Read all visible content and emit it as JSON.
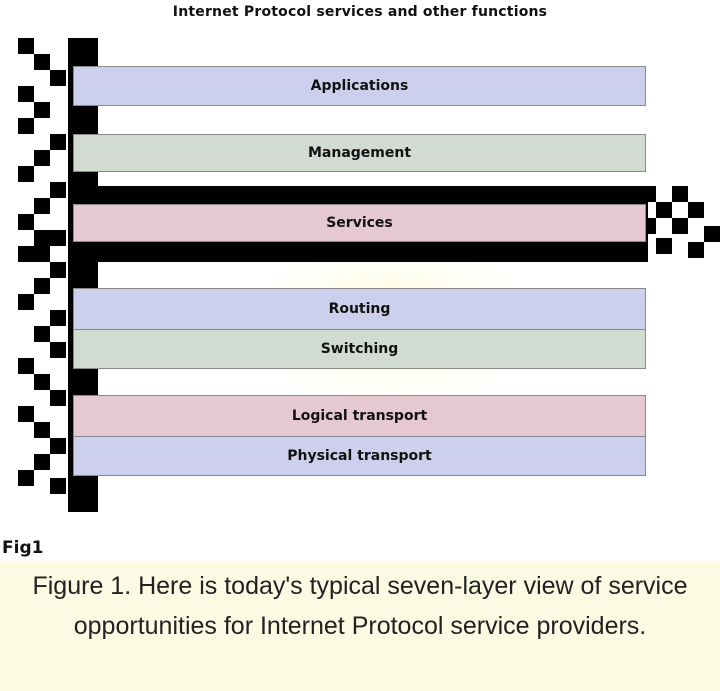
{
  "diagram": {
    "title": "Internet Protocol services and other functions",
    "layers": [
      {
        "label": "Applications",
        "color": "#cdd0ec"
      },
      {
        "label": "Management",
        "color": "#d2dbd2"
      },
      {
        "label": "Services",
        "color": "#e6c8d3"
      },
      {
        "label": "Routing",
        "color": "#cdd0ec"
      },
      {
        "label": "Switching",
        "color": "#d2dbd2"
      },
      {
        "label": "Logical transport",
        "color": "#e6c8d3"
      },
      {
        "label": "Physical transport",
        "color": "#cdd0ec"
      }
    ]
  },
  "figure": {
    "label": "Fig1",
    "caption": "Figure 1. Here is today's typical seven-layer view of service opportunities for Internet Protocol service providers."
  },
  "colors": {
    "caption_background": "#fbfae3",
    "band": "#000000"
  }
}
